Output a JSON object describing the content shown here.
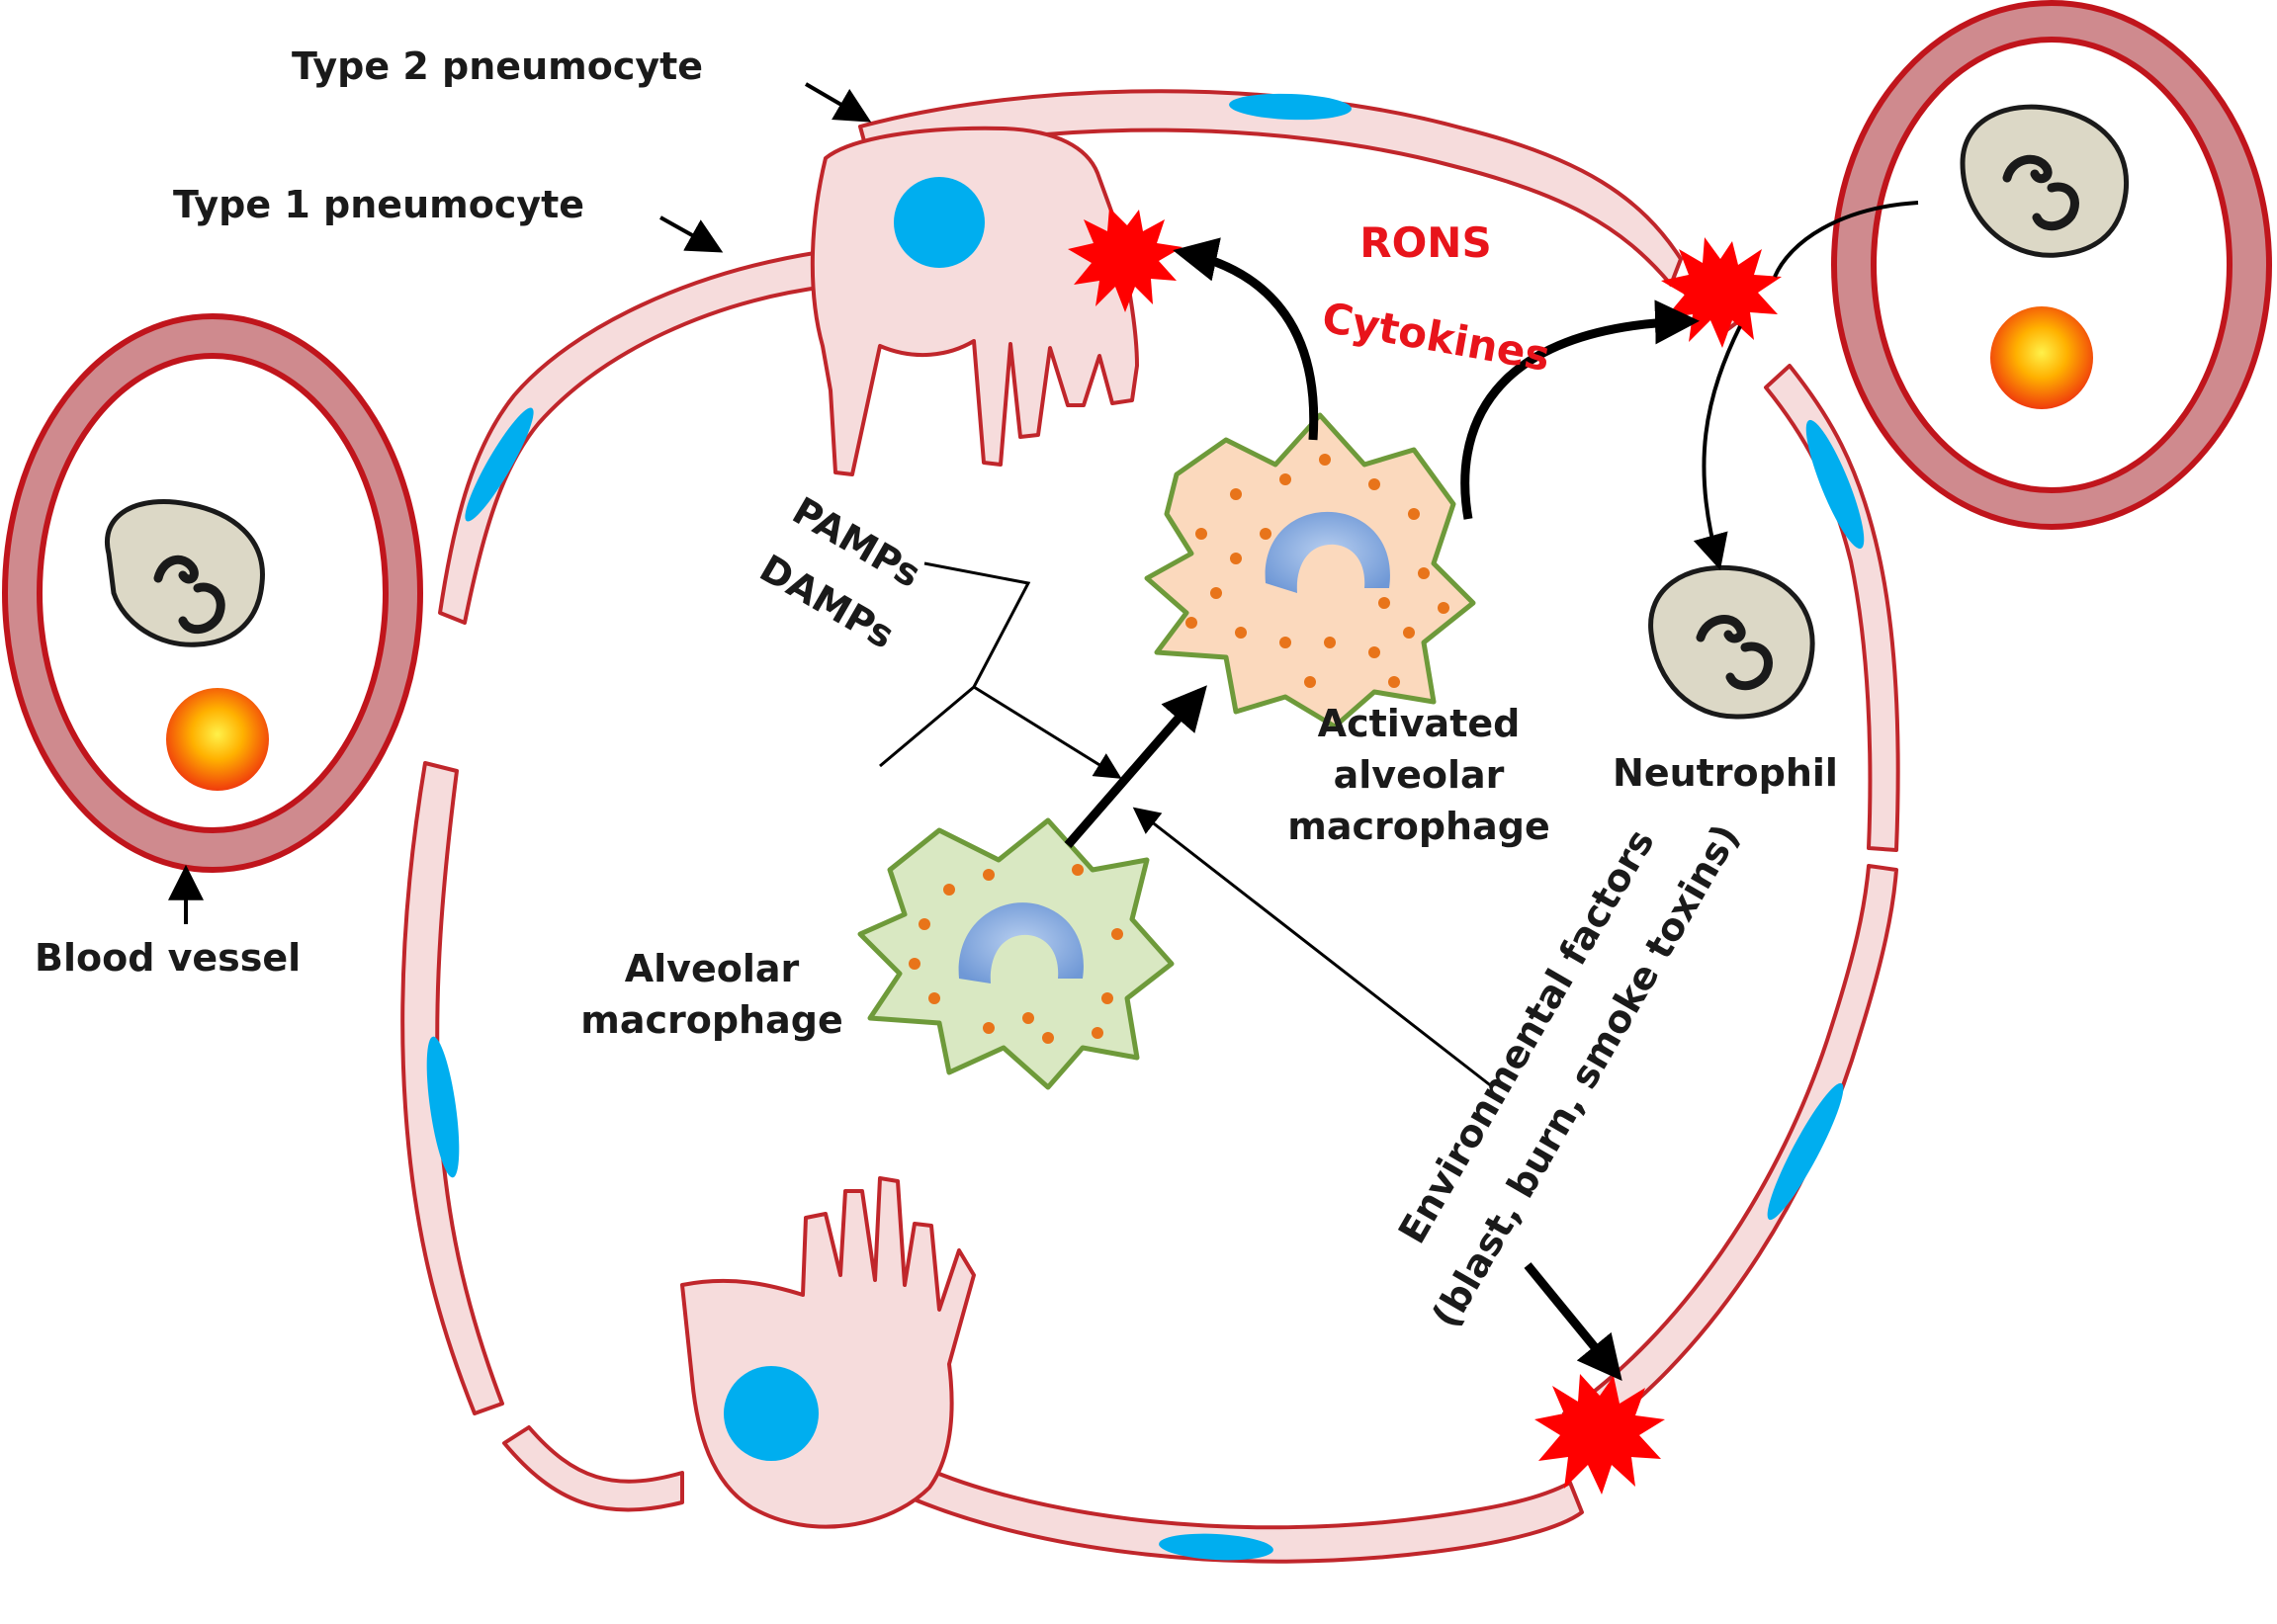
{
  "labels": {
    "type2_pneumocyte": "Type 2 pneumocyte",
    "type1_pneumocyte": "Type 1 pneumocyte",
    "blood_vessel": "Blood vessel",
    "alveolar_macrophage_line1": "Alveolar",
    "alveolar_macrophage_line2": "macrophage",
    "activated_line1": "Activated",
    "activated_line2": "alveolar",
    "activated_line3": "macrophage",
    "neutrophil": "Neutrophil",
    "rons": "RONS",
    "cytokines": "Cytokines",
    "pamps": "PAMPs",
    "damps": "DAMPs",
    "env_line1": "Environmental factors",
    "env_line2": "(blast, burn, smoke toxins)"
  },
  "colors": {
    "membrane": "#c0262b",
    "cell_fill": "#f6dcdc",
    "nucleus": "#00aeef",
    "vessel_wall": "#cf8a8e",
    "vessel_outline": "#c0151c",
    "injury": "#ff0000",
    "macrophage_fill": "#d9e8c2",
    "macrophage_outline": "#6e9a3a",
    "activated_fill": "#fbd9bd",
    "granule": "#e8741a",
    "macro_nucleus": "#7fa8dc",
    "neutrophil_fill": "#dcd8c6",
    "text_dark": "#1a1a1a",
    "text_red": "#e8141b"
  }
}
